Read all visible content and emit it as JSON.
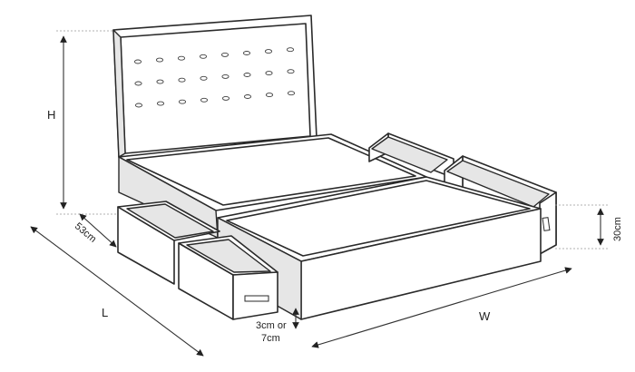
{
  "dimensions": {
    "height": "H",
    "depth_drawer": "53cm",
    "length": "L",
    "width": "W",
    "drawer_height": "30cm",
    "clearance_line1": "3cm or",
    "clearance_line2": "7cm"
  }
}
